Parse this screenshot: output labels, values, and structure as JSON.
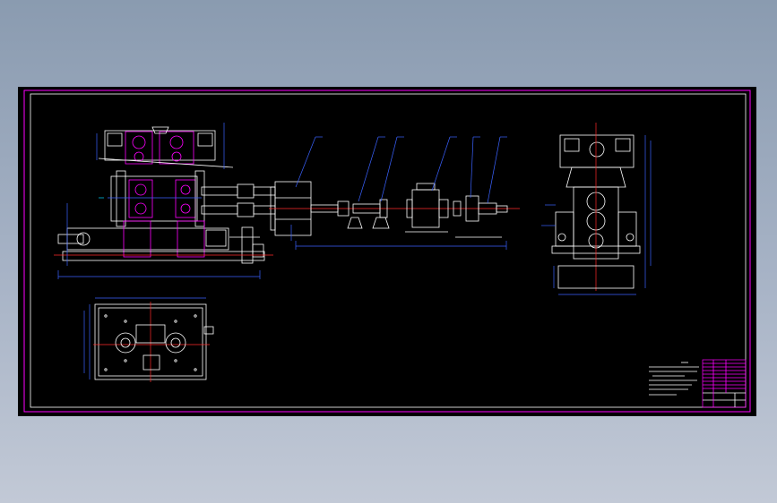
{
  "colors": {
    "background_gradient": [
      "#8a9bb0",
      "#c2c9d6"
    ],
    "canvas": "#000000",
    "frame_outer": "#ff00ff",
    "frame_inner": "#ffffff",
    "geometry": "#ffffff",
    "hidden_parts": "#ff00ff",
    "dimensions": "#3a62ff",
    "centerlines": "#ff2a2a"
  },
  "drawing": {
    "views": [
      "front-elevation",
      "side-elevation",
      "plan-view",
      "drive-train"
    ],
    "balloon_count": 6,
    "notes_line_count": 7,
    "title_block_rows": 14
  }
}
